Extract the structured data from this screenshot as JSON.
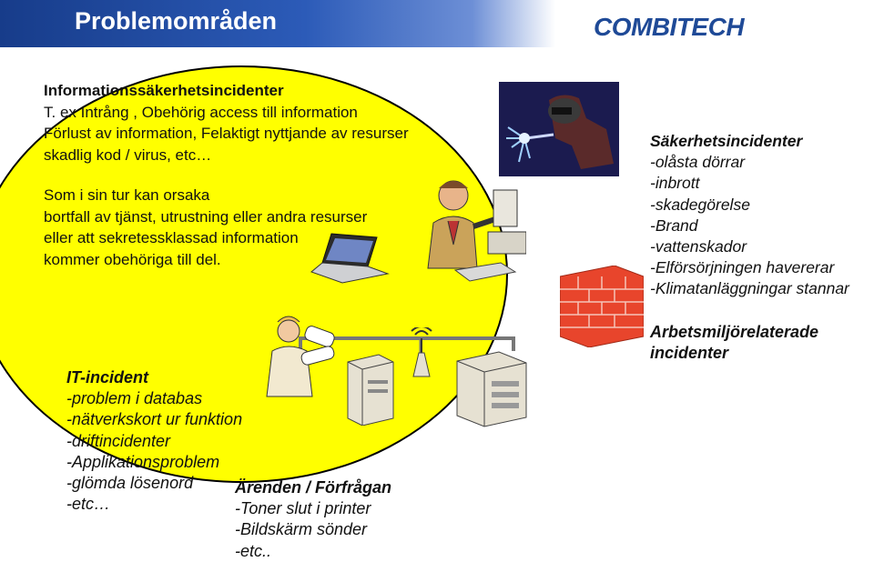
{
  "header": {
    "title": "Problemområden",
    "logo_text": "COMBITECH"
  },
  "info_security": {
    "heading": "Informationssäkerhetsincidenter",
    "lines": [
      "T. ex Intrång , Obehörig access till information",
      "Förlust av information, Felaktigt nyttjande av resurser",
      "skadlig kod / virus, etc…"
    ]
  },
  "consequence": {
    "lines": [
      "Som i sin tur kan orsaka",
      "bortfall av tjänst, utrustning eller andra resurser",
      "eller att sekretessklassad information",
      "kommer obehöriga till del."
    ]
  },
  "security_incidents": {
    "heading": "Säkerhetsincidenter",
    "items": [
      "-olåsta dörrar",
      "-inbrott",
      "-skadegörelse",
      "-Brand",
      "-vattenskador",
      "-Elförsörjningen havererar",
      "-Klimatanläggningar stannar"
    ]
  },
  "it_incident": {
    "heading": "IT-incident",
    "items": [
      "-problem i databas",
      "-nätverkskort ur funktion",
      "-driftincidenter",
      "-Applikationsproblem",
      "-glömda lösenord",
      "-etc…"
    ]
  },
  "requests": {
    "heading": "Ärenden / Förfrågan",
    "items": [
      "-Toner slut i printer",
      "-Bildskärm sönder",
      "-etc.."
    ]
  },
  "work_environment": {
    "lines": [
      "Arbetsmiljörelaterade",
      "incidenter"
    ]
  },
  "colors": {
    "title_bar": "#173c8a",
    "bubble": "#ffff00",
    "logo": "#1f4a97",
    "firewall": "#e8452c"
  }
}
